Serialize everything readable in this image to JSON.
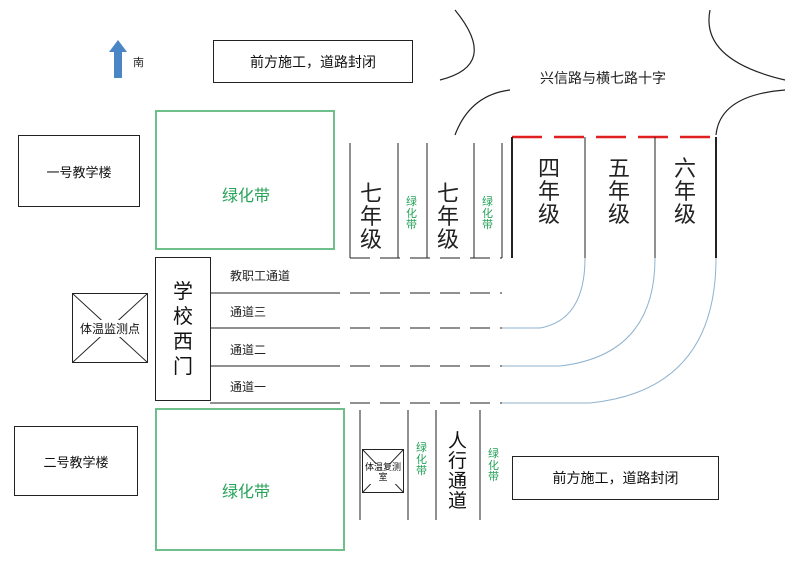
{
  "direction": {
    "label": "南",
    "icon": "north-arrow-icon"
  },
  "notice_top": "前方施工，道路封闭",
  "notice_bottom": "前方施工，道路封闭",
  "intersection": "兴信路与横七路十字",
  "building_1": "一号教学楼",
  "building_2": "二号教学楼",
  "green_belt_label": "绿化带",
  "gate": [
    "学",
    "校",
    "西",
    "门"
  ],
  "temp_check": "体温监测点",
  "temp_recheck": "体温复测室",
  "lanes": [
    "教职工通道",
    "通道三",
    "通道二",
    "通道一"
  ],
  "grades": {
    "seventh_a": [
      "七",
      "年",
      "级"
    ],
    "seventh_b": [
      "七",
      "年",
      "级"
    ],
    "fourth": [
      "四",
      "年",
      "级"
    ],
    "fifth": [
      "五",
      "年",
      "级"
    ],
    "sixth": [
      "六",
      "年",
      "级"
    ]
  },
  "green_strip": [
    "绿",
    "化",
    "带"
  ],
  "pedestrian": [
    "人",
    "行",
    "通",
    "道"
  ],
  "colors": {
    "green": "#27a35a",
    "arrow": "#4a86c5",
    "barrier": "#e02020",
    "curve": "#8fb3cf"
  }
}
